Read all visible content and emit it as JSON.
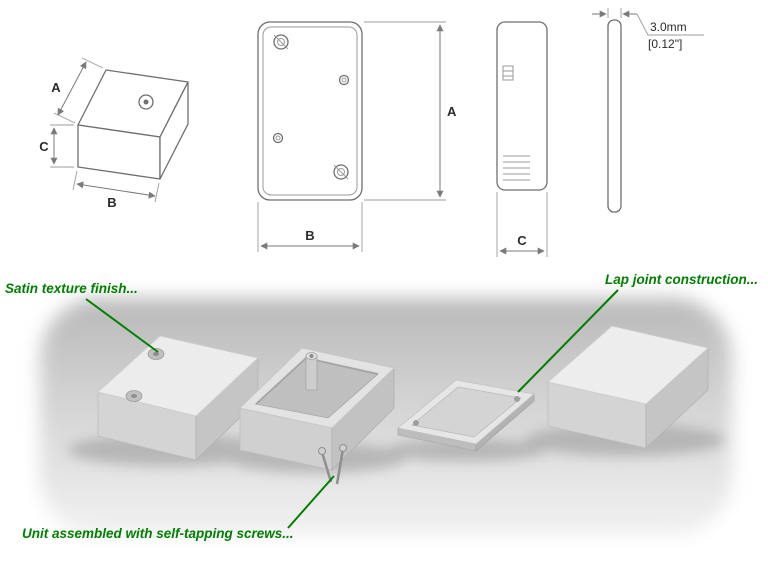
{
  "page": {
    "background": "#ffffff"
  },
  "drawing": {
    "dim_a": "A",
    "dim_b": "B",
    "dim_c": "C",
    "thickness_mm": "3.0mm",
    "thickness_in": "[0.12\"]"
  },
  "annotations": {
    "satin": "Satin texture finish...",
    "lap_joint": "Lap joint construction...",
    "self_tapping": "Unit assembled with self-tapping screws..."
  },
  "colors": {
    "annotation_green": "#008000",
    "drawing_line": "#6f6f6f",
    "dimension_line": "#7a7a7a",
    "photo_backdrop": "#d4d4d4"
  }
}
